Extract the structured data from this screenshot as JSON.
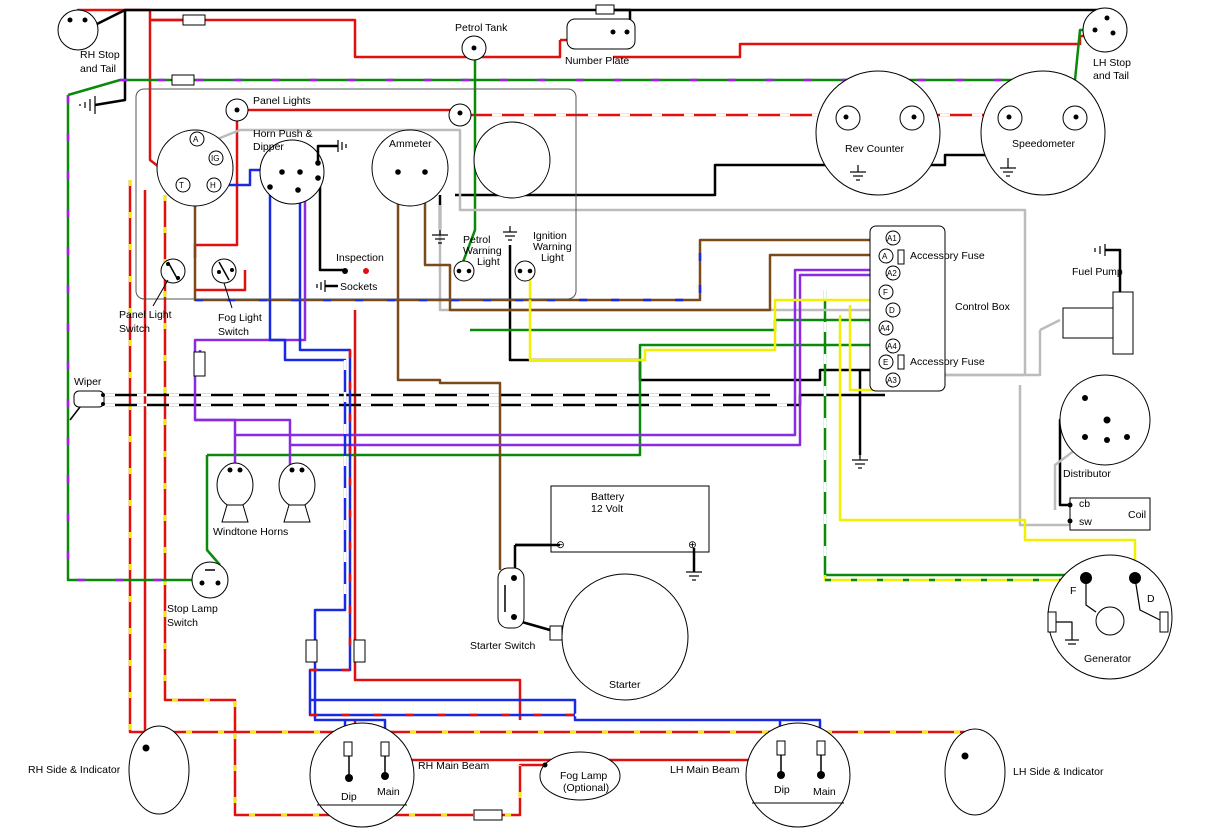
{
  "labels": {
    "rh_stop_tail": [
      "RH Stop",
      "and Tail"
    ],
    "lh_stop_tail": [
      "LH Stop",
      "and Tail"
    ],
    "petrol_tank": "Petrol Tank",
    "number_plate": "Number Plate",
    "panel_lights": "Panel Lights",
    "horn_push": [
      "Horn Push &",
      "Dipper"
    ],
    "ammeter": "Ammeter",
    "rev_counter": "Rev Counter",
    "speedometer": "Speedometer",
    "inspection": "Inspection",
    "sockets": "Sockets",
    "petrol_warning": [
      "Petrol",
      "Warning",
      "Light"
    ],
    "ignition_warning": [
      "Ignition",
      "Warning",
      "Light"
    ],
    "panel_light_switch": [
      "Panel Light",
      "Switch"
    ],
    "fog_light_switch": [
      "Fog Light",
      "Switch"
    ],
    "accessory_fuse_top": "Accessory Fuse",
    "accessory_fuse_bottom": "Accessory Fuse",
    "control_box": "Control Box",
    "fuel_pump": "Fuel Pump",
    "wiper": "Wiper",
    "distributor": "Distributor",
    "coil": "Coil",
    "coil_cb": "cb",
    "coil_sw": "sw",
    "battery": [
      "Battery",
      "12 Volt"
    ],
    "windtone_horns": "Windtone Horns",
    "stop_lamp_switch": [
      "Stop Lamp",
      "Switch"
    ],
    "starter_switch": "Starter Switch",
    "starter": "Starter",
    "generator": "Generator",
    "gen_f": "F",
    "gen_d": "D",
    "rh_side_indicator": "RH Side & Indicator",
    "rh_main_beam": "RH Main Beam",
    "fog_lamp": [
      "Fog Lamp",
      "(Optional)"
    ],
    "lh_main_beam": "LH Main Beam",
    "lh_side_indicator": "LH Side & Indicator",
    "dip": "Dip",
    "main": "Main",
    "ignition_terms": [
      "A",
      "IG",
      "H",
      "T"
    ],
    "control_box_terms": [
      "A1",
      "A",
      "A2",
      "F",
      "D",
      "A4",
      "A4",
      "E",
      "A3"
    ],
    "battery_neg": "⊖",
    "battery_pos": "⊕"
  },
  "colors": {
    "red": "#e01010",
    "black": "#000000",
    "green": "#0a8a0a",
    "grey": "#bcbcbc",
    "brown": "#7a4a1a",
    "purple": "#8a2be2",
    "blue": "#1a2ae0",
    "yellow": "#f0f000"
  }
}
